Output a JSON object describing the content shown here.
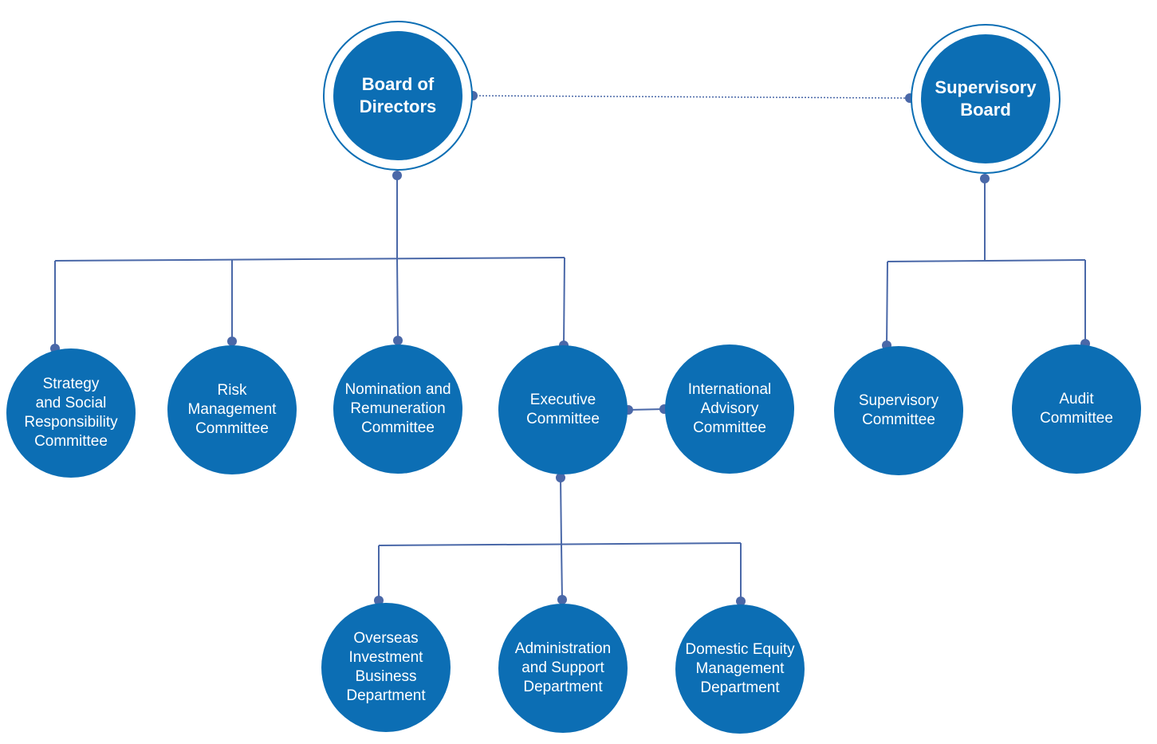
{
  "colors": {
    "node_fill": "#0c6eb4",
    "line": "#4a68a8",
    "ring": "#0c6eb4"
  },
  "nodes": {
    "board_of_directors": "Board of\nDirectors",
    "supervisory_board": "Supervisory\nBoard",
    "strategy": "Strategy\nand Social\nResponsibility\nCommittee",
    "risk": "Risk\nManagement\nCommittee",
    "nomination": "Nomination and\nRemuneration\nCommittee",
    "executive": "Executive\nCommittee",
    "international": "International\nAdvisory\nCommittee",
    "supervisory_committee": "Supervisory\nCommittee",
    "audit": "Audit\nCommittee",
    "overseas": "Overseas\nInvestment\nBusiness\nDepartment",
    "administration": "Administration\nand Support\nDepartment",
    "domestic_equity": "Domestic Equity\nManagement\nDepartment"
  }
}
